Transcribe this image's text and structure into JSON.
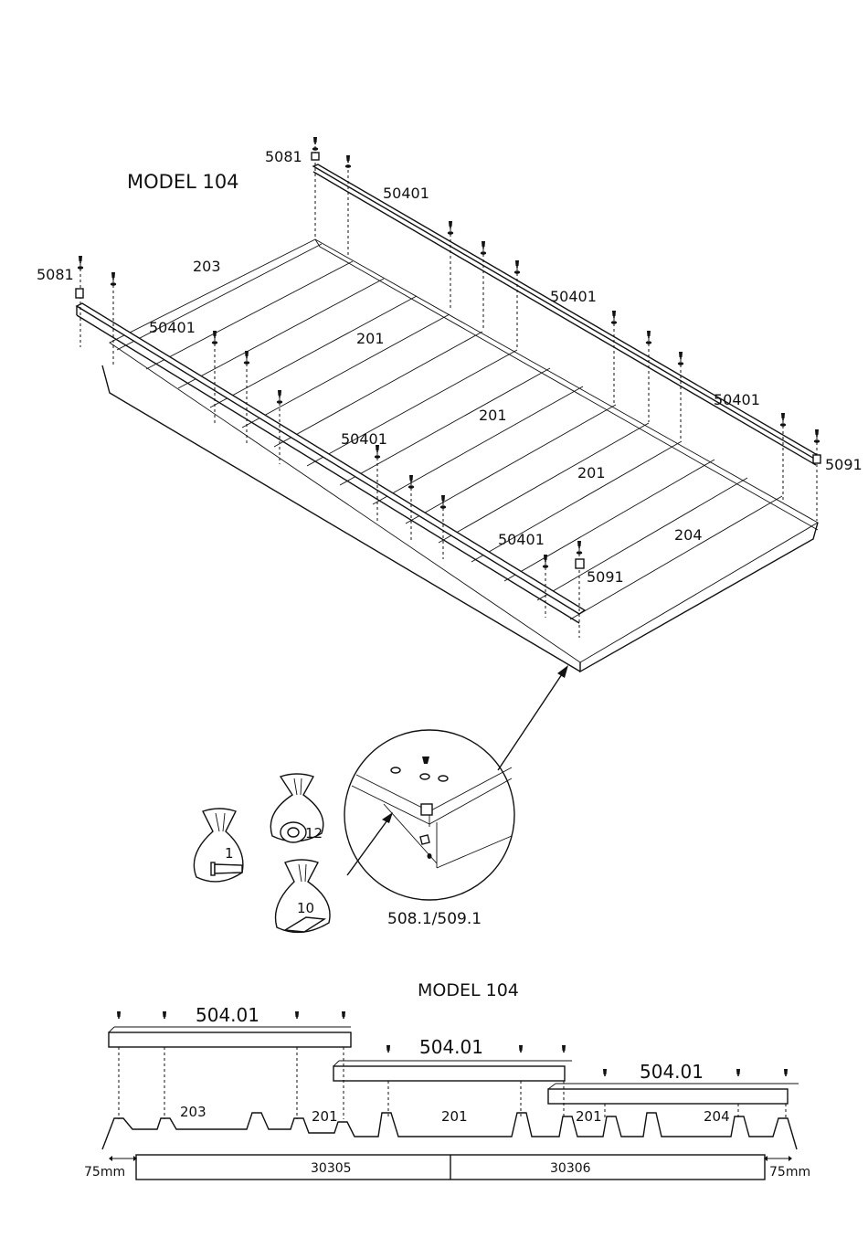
{
  "top_section": {
    "model_title": "MODEL 104",
    "part_labels": {
      "p5081_a": "5081",
      "p5081_b": "5081",
      "p50401_a": "50401",
      "p50401_b": "50401",
      "p50401_c": "50401",
      "p50401_d": "50401",
      "p50401_e": "50401",
      "p50401_f": "50401",
      "p203": "203",
      "p201_a": "201",
      "p201_b": "201",
      "p201_c": "201",
      "p204": "204",
      "p5091_a": "5091",
      "p5091_b": "5091"
    },
    "detail_caption": "508.1/509.1",
    "bag_counts": {
      "screws": "1",
      "washers": "12",
      "brackets": "10"
    }
  },
  "bottom_section": {
    "model_title": "MODEL 104",
    "rail_labels": [
      "504.01",
      "504.01",
      "504.01"
    ],
    "sheet_labels": [
      "203",
      "201",
      "201",
      "201",
      "204"
    ],
    "base_labels": [
      "30305",
      "30306"
    ],
    "overhang_left": "75mm",
    "overhang_right": "75mm"
  }
}
